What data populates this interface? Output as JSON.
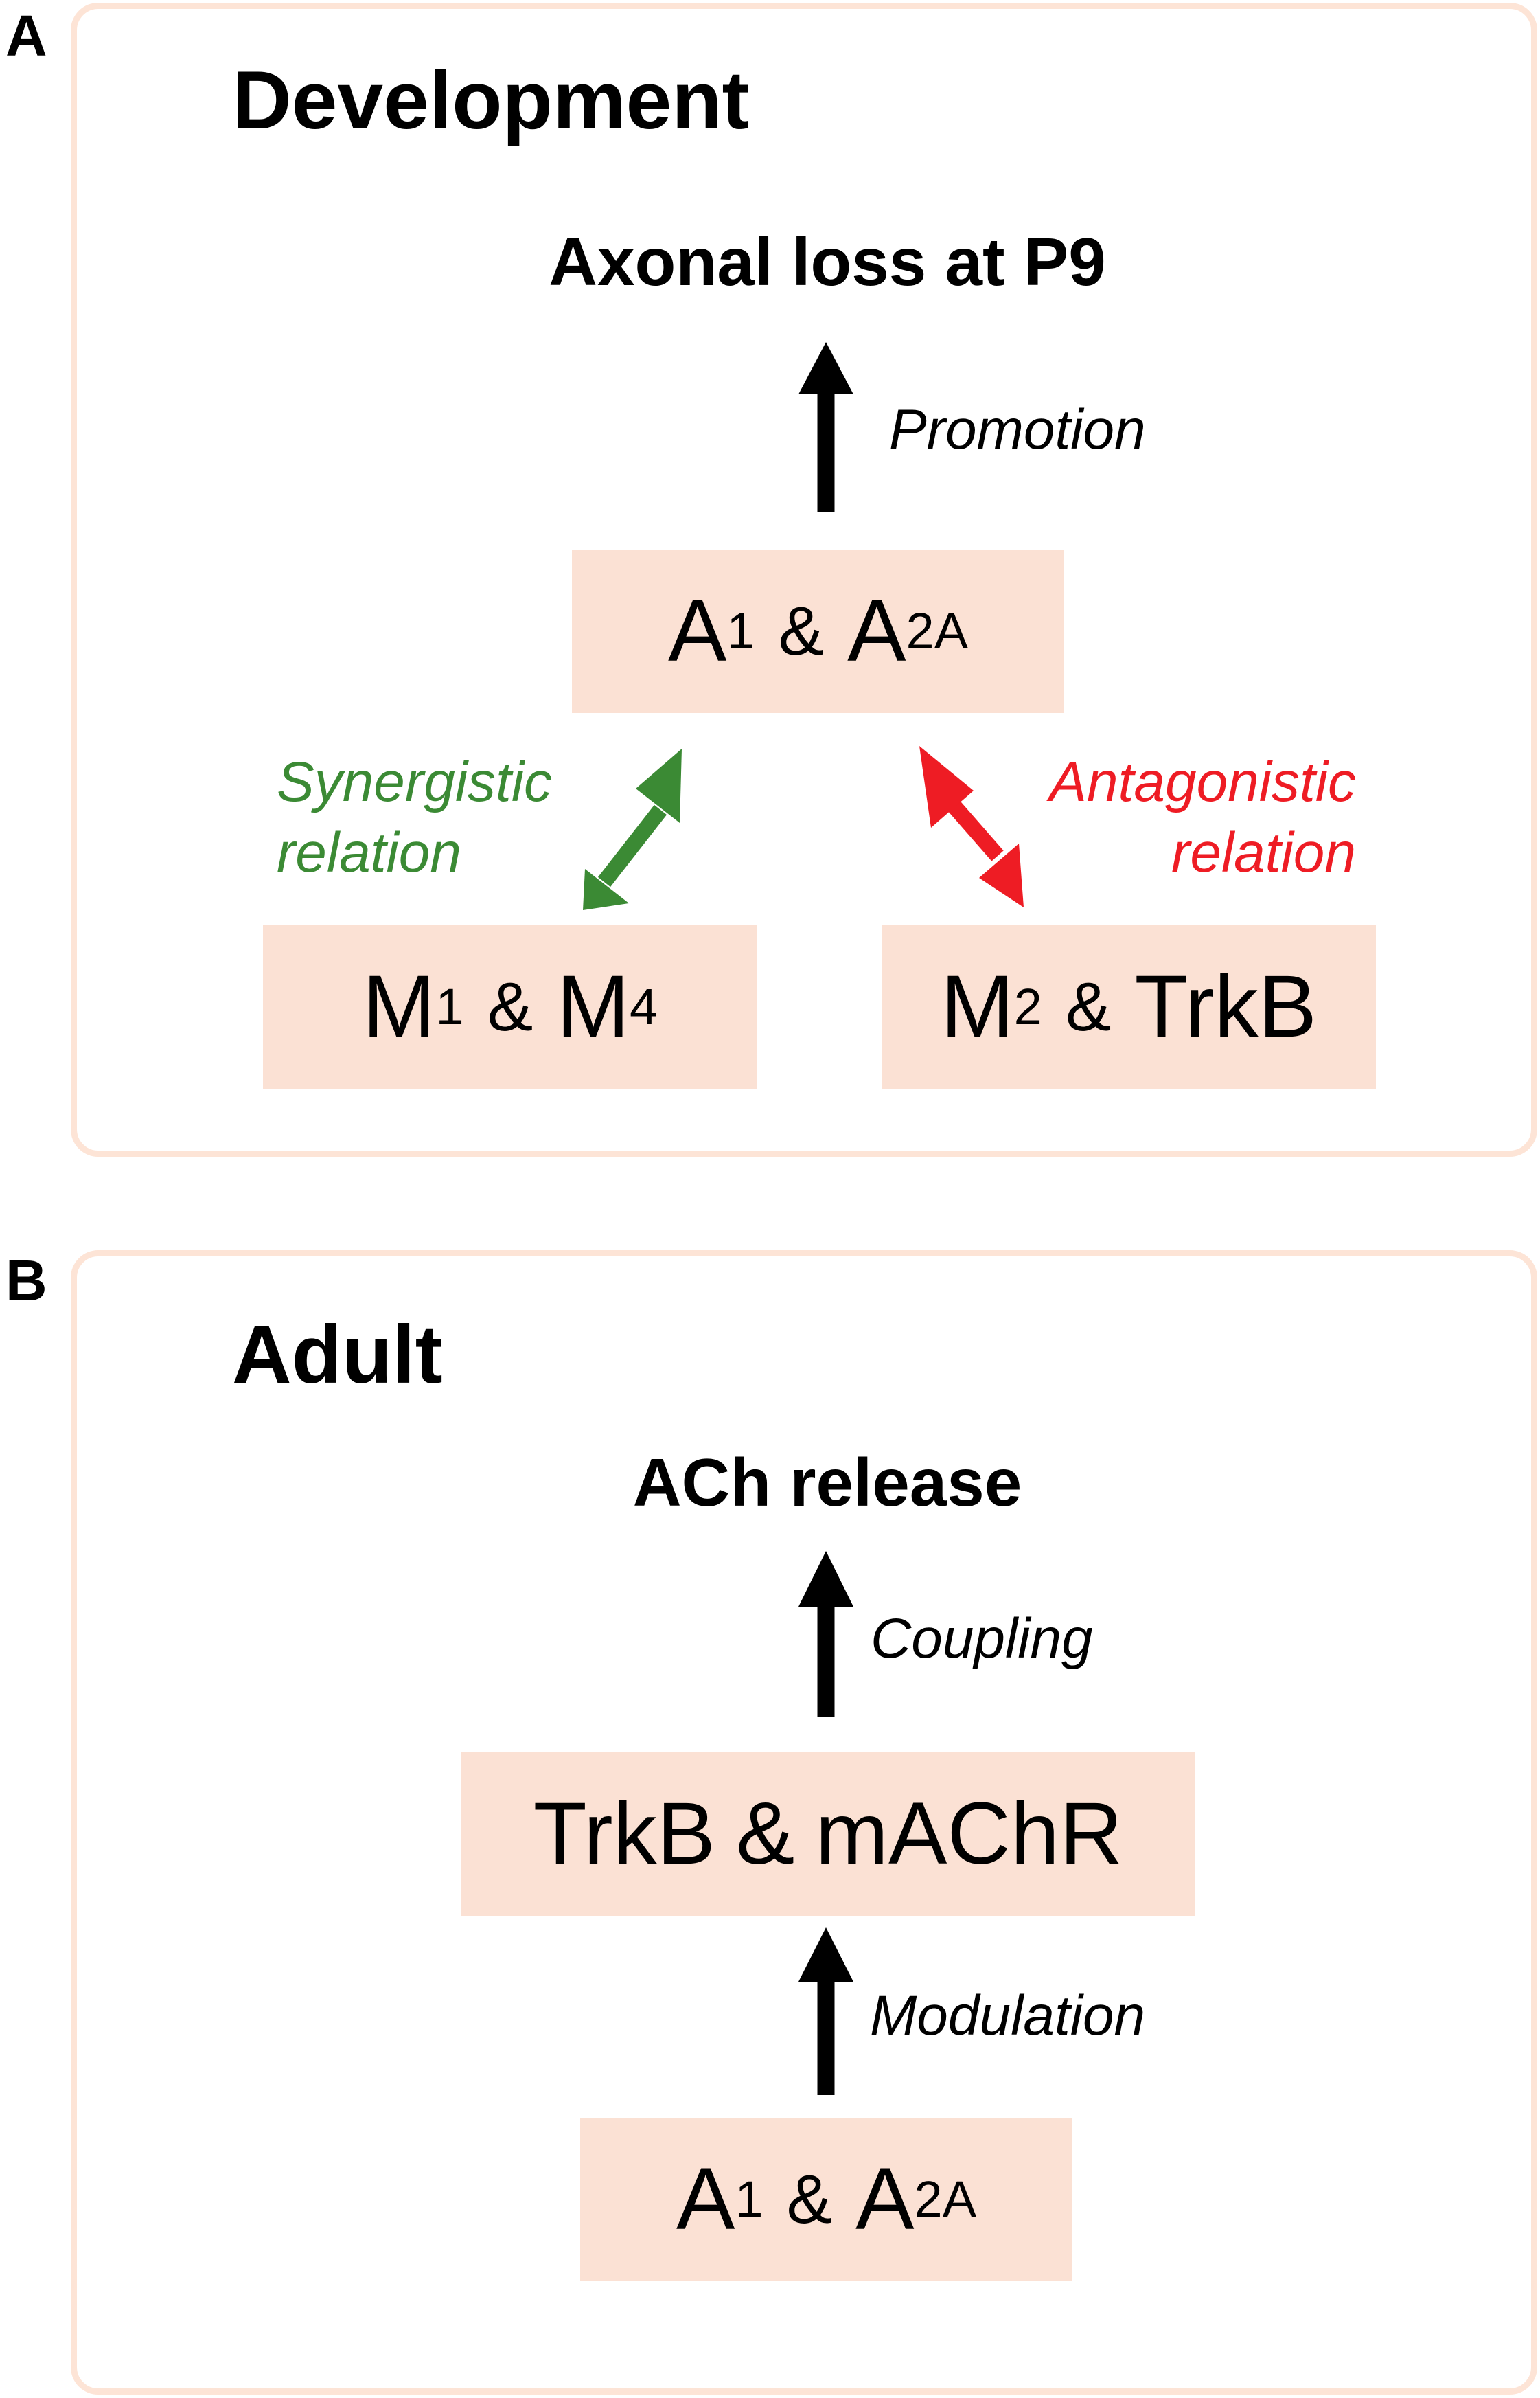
{
  "colors": {
    "panel_border": "#fde4d6",
    "node_fill": "#fbe1d4",
    "synergy": "#3b8a34",
    "antagonism": "#ee1c24",
    "arrow": "#000000"
  },
  "panel_a": {
    "letter": "A",
    "title": "Development",
    "outcome": "Axonal loss at P9",
    "promotion_label": "Promotion",
    "center_node": {
      "a": "A",
      "a_sub": "1",
      "amp": "&",
      "b": "A",
      "b_sub": "2A"
    },
    "left_node": {
      "a": "M",
      "a_sub": "1",
      "amp": "&",
      "b": "M",
      "b_sub": "4"
    },
    "right_node": {
      "a": "M",
      "a_sub": "2",
      "amp": "&",
      "b": "TrkB"
    },
    "synergy_label": {
      "line1": "Synergistic",
      "line2": "relation"
    },
    "antagonism_label": {
      "line1": "Antagonistic",
      "line2": "relation"
    }
  },
  "panel_b": {
    "letter": "B",
    "title": "Adult",
    "outcome": "ACh release",
    "coupling_label": "Coupling",
    "middle_node": {
      "a": "TrkB",
      "amp": "&",
      "b": "mAChR"
    },
    "modulation_label": "Modulation",
    "bottom_node": {
      "a": "A",
      "a_sub": "1",
      "amp": "&",
      "b": "A",
      "b_sub": "2A"
    }
  }
}
